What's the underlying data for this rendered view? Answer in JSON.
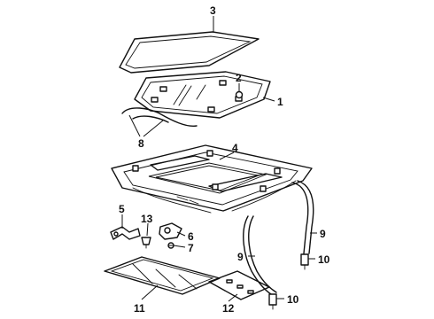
{
  "callouts": {
    "c1": "1",
    "c2": "2",
    "c3": "3",
    "c4": "4",
    "c5": "5",
    "c6": "6",
    "c7": "7",
    "c8": "8",
    "c9a": "9",
    "c9b": "9",
    "c10a": "10",
    "c10b": "10",
    "c11": "11",
    "c12": "12",
    "c13": "13"
  }
}
